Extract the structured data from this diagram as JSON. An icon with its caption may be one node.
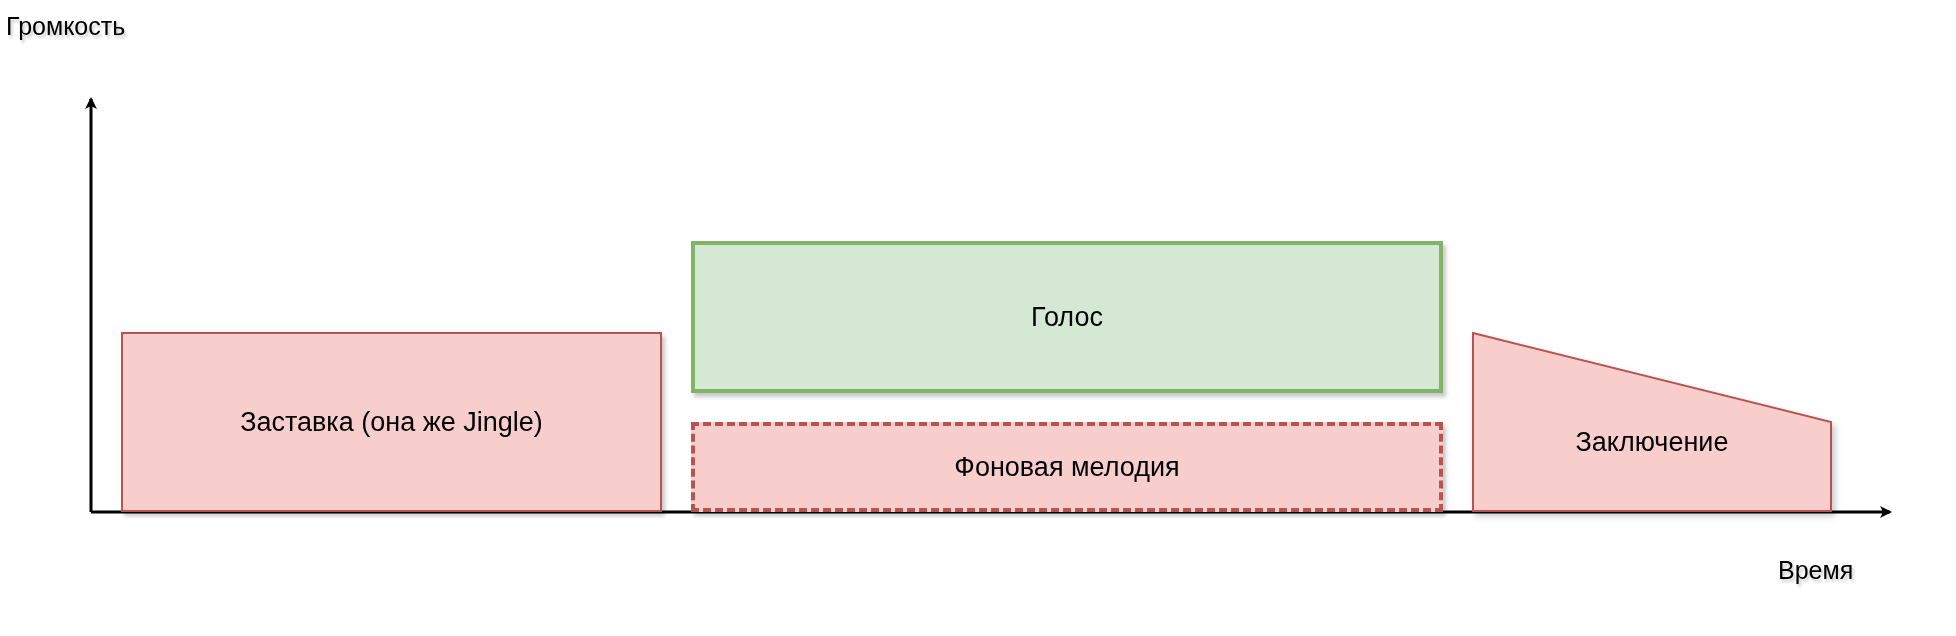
{
  "diagram": {
    "nodes": [
      {
        "text": [
          "Заставка (она же Jingle)"
        ]
      },
      {
        "text": [
          "Голос"
        ]
      },
      {
        "text": [
          "Фоновая мелодия"
        ]
      },
      {
        "text": [
          "Заключение"
        ]
      }
    ],
    "labels": [
      "Громкость",
      "Время"
    ]
  }
}
